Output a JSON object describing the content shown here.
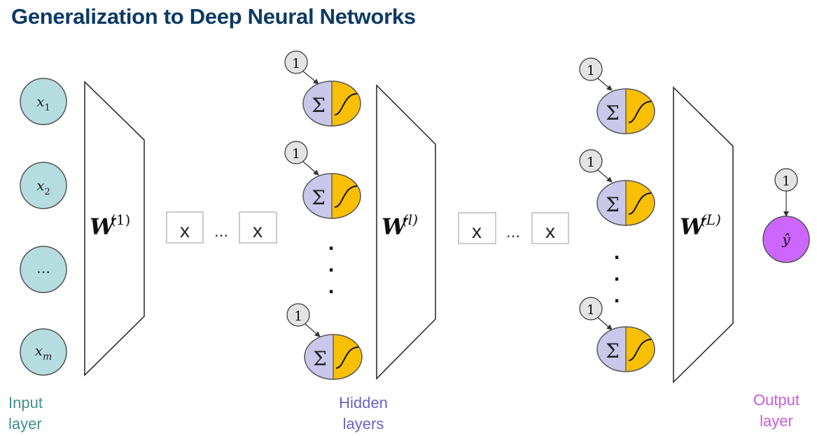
{
  "title": "Generalization to Deep Neural Networks",
  "inputs": [
    "x",
    "x",
    "…",
    "x"
  ],
  "input_subscripts": [
    "1",
    "2",
    "",
    "m"
  ],
  "bias_label": "1",
  "sum_symbol": "Σ",
  "weights": [
    {
      "symbol": "W",
      "superscript": "(1)"
    },
    {
      "symbol": "W",
      "superscript": "(l)"
    },
    {
      "symbol": "W",
      "superscript": "(L)"
    }
  ],
  "placeholder_box": "x",
  "ellipsis": "…",
  "vertical_dots": "·",
  "output": {
    "symbol": "ŷ"
  },
  "labels": {
    "input": "Input\nlayer",
    "hidden": "Hidden\nlayers",
    "output": "Output\nlayer"
  },
  "colors": {
    "title": "#0d3a66",
    "input_node": "#b5dde0",
    "sum_half": "#c9c8eb",
    "activation_half": "#f9bf02",
    "bias_node": "#e3e3e3",
    "output_node": "#cc66ff",
    "input_label": "#3f8f8f",
    "hidden_label": "#6a62c4",
    "output_label": "#c85ce0"
  }
}
